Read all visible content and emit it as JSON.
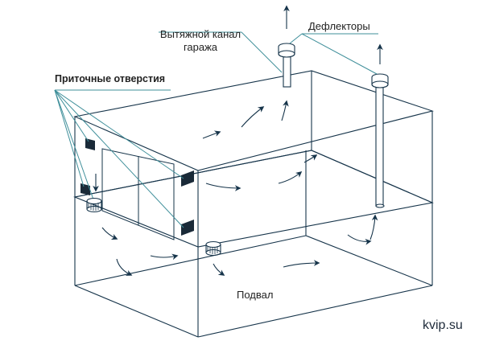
{
  "labels": {
    "deflectors": "Дефлекторы",
    "exhaust_line1": "Вытяжной канал",
    "exhaust_line2": "гаража",
    "supply_openings": "Приточные отверстия",
    "basement": "Подвал"
  },
  "watermark": "kvip.su",
  "colors": {
    "line": "#16344a",
    "accent": "#3f8f9a",
    "vent": "#1a2a38"
  }
}
